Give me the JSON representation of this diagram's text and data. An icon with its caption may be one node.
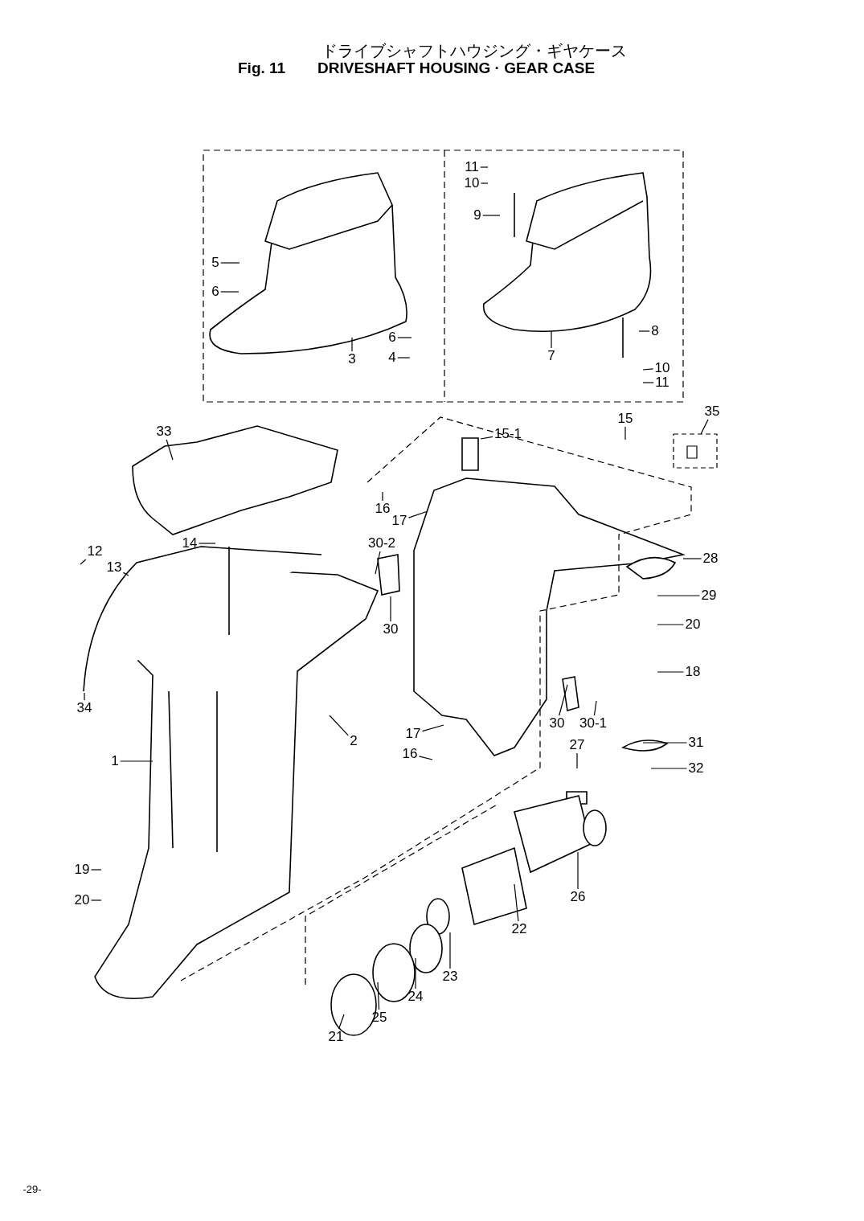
{
  "diagram": {
    "title": "ドライブシャフトハウジング・ギヤケース",
    "nodes": [
      {
        "text": [
          "5"
        ]
      },
      {
        "text": [
          "6"
        ]
      },
      {
        "text": [
          "3"
        ]
      },
      {
        "text": [
          "6"
        ]
      },
      {
        "text": [
          "4"
        ]
      },
      {
        "text": [
          "11"
        ]
      },
      {
        "text": [
          "10"
        ]
      },
      {
        "text": [
          "9"
        ]
      },
      {
        "text": [
          "8"
        ]
      },
      {
        "text": [
          "7"
        ]
      },
      {
        "text": [
          "10"
        ]
      },
      {
        "text": [
          "11"
        ]
      },
      {
        "text": [
          "33"
        ]
      },
      {
        "text": [
          "15"
        ]
      },
      {
        "text": [
          "35"
        ]
      },
      {
        "text": [
          "15-1"
        ]
      },
      {
        "text": [
          "16"
        ]
      },
      {
        "text": [
          "17"
        ]
      },
      {
        "text": [
          "14"
        ]
      },
      {
        "text": [
          "12"
        ]
      },
      {
        "text": [
          "13"
        ]
      },
      {
        "text": [
          "30-2"
        ]
      },
      {
        "text": [
          "28"
        ]
      },
      {
        "text": [
          "29"
        ]
      },
      {
        "text": [
          "30"
        ]
      },
      {
        "text": [
          "20"
        ]
      },
      {
        "text": [
          "18"
        ]
      },
      {
        "text": [
          "34"
        ]
      },
      {
        "text": [
          "2"
        ]
      },
      {
        "text": [
          "30"
        ]
      },
      {
        "text": [
          "30-1"
        ]
      },
      {
        "text": [
          "31"
        ]
      },
      {
        "text": [
          "1"
        ]
      },
      {
        "text": [
          "17"
        ]
      },
      {
        "text": [
          "16"
        ]
      },
      {
        "text": [
          "27"
        ]
      },
      {
        "text": [
          "32"
        ]
      },
      {
        "text": [
          "19"
        ]
      },
      {
        "text": [
          "20"
        ]
      },
      {
        "text": [
          "26"
        ]
      },
      {
        "text": [
          "22"
        ]
      },
      {
        "text": [
          "23"
        ]
      },
      {
        "text": [
          "24"
        ]
      },
      {
        "text": [
          "25"
        ]
      },
      {
        "text": [
          "21"
        ]
      }
    ],
    "edges": [
      {
        "from": 0,
        "to": null,
        "arrow": "none"
      },
      {
        "from": 1,
        "to": null,
        "arrow": "none"
      },
      {
        "from": 2,
        "to": null,
        "arrow": "none"
      },
      {
        "from": 3,
        "to": null,
        "arrow": "none"
      },
      {
        "from": 4,
        "to": null,
        "arrow": "none"
      },
      {
        "from": 5,
        "to": null,
        "arrow": "none"
      },
      {
        "from": 6,
        "to": null,
        "arrow": "none"
      },
      {
        "from": 7,
        "to": null,
        "arrow": "none"
      },
      {
        "from": 8,
        "to": null,
        "arrow": "none"
      },
      {
        "from": 9,
        "to": null,
        "arrow": "none"
      },
      {
        "from": 10,
        "to": null,
        "arrow": "none"
      },
      {
        "from": 11,
        "to": null,
        "arrow": "none"
      },
      {
        "from": 12,
        "to": null,
        "arrow": "none"
      },
      {
        "from": 13,
        "to": null,
        "arrow": "none"
      },
      {
        "from": 14,
        "to": null,
        "arrow": "none"
      },
      {
        "from": 15,
        "to": null,
        "arrow": "none"
      },
      {
        "from": 16,
        "to": null,
        "arrow": "none"
      },
      {
        "from": 17,
        "to": null,
        "arrow": "none"
      },
      {
        "from": 18,
        "to": null,
        "arrow": "none"
      },
      {
        "from": 19,
        "to": null,
        "arrow": "none"
      },
      {
        "from": 20,
        "to": null,
        "arrow": "none"
      },
      {
        "from": 21,
        "to": null,
        "arrow": "none"
      },
      {
        "from": 22,
        "to": null,
        "arrow": "none"
      },
      {
        "from": 23,
        "to": null,
        "arrow": "none"
      },
      {
        "from": 24,
        "to": null,
        "arrow": "none"
      },
      {
        "from": 25,
        "to": null,
        "arrow": "none"
      },
      {
        "from": 26,
        "to": null,
        "arrow": "none"
      },
      {
        "from": 27,
        "to": null,
        "arrow": "none"
      },
      {
        "from": 28,
        "to": null,
        "arrow": "none"
      },
      {
        "from": 29,
        "to": null,
        "arrow": "none"
      },
      {
        "from": 30,
        "to": null,
        "arrow": "none"
      },
      {
        "from": 31,
        "to": null,
        "arrow": "none"
      },
      {
        "from": 32,
        "to": null,
        "arrow": "none"
      },
      {
        "from": 33,
        "to": null,
        "arrow": "none"
      },
      {
        "from": 34,
        "to": null,
        "arrow": "none"
      },
      {
        "from": 35,
        "to": null,
        "arrow": "none"
      },
      {
        "from": 36,
        "to": null,
        "arrow": "none"
      },
      {
        "from": 37,
        "to": null,
        "arrow": "none"
      },
      {
        "from": 38,
        "to": null,
        "arrow": "none"
      },
      {
        "from": 39,
        "to": null,
        "arrow": "none"
      },
      {
        "from": 40,
        "to": null,
        "arrow": "none"
      },
      {
        "from": 41,
        "to": null,
        "arrow": "none"
      },
      {
        "from": 42,
        "to": null,
        "arrow": "none"
      },
      {
        "from": 43,
        "to": null,
        "arrow": "none"
      },
      {
        "from": 44,
        "to": null,
        "arrow": "none"
      }
    ],
    "labels": [
      "Fig. 11",
      "DRIVESHAFT HOUSING · GEAR CASE",
      "-29-"
    ]
  }
}
